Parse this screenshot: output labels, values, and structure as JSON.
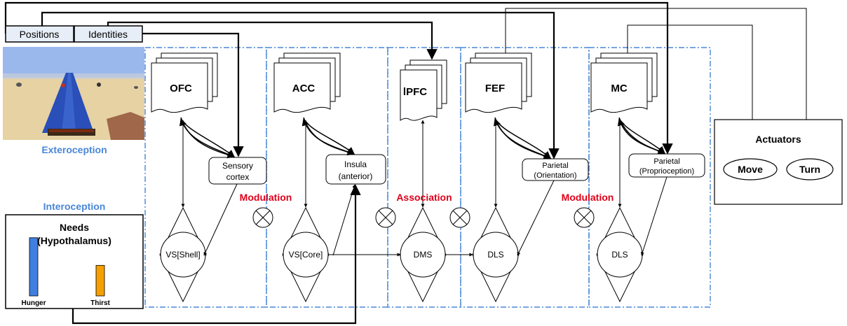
{
  "inputs": {
    "positions": "Positions",
    "identities": "Identities",
    "exteroception": "Exteroception",
    "interoception": "Interoception"
  },
  "needs": {
    "title_line1": "Needs",
    "title_line2": "(Hypothalamus)",
    "bars": [
      {
        "label": "Hunger",
        "level": 0.8,
        "color": "#3f7fe0"
      },
      {
        "label": "Thirst",
        "level": 0.42,
        "color": "#f5a000"
      }
    ]
  },
  "cortex": {
    "ofc": "OFC",
    "acc": "ACC",
    "lpfc": "lPFC",
    "fef": "FEF",
    "mc": "MC"
  },
  "nodes": {
    "sensory_line1": "Sensory",
    "sensory_line2": "cortex",
    "insula_line1": "Insula",
    "insula_line2": "(anterior)",
    "parietal1_line1": "Parietal",
    "parietal1_line2": "(Orientation)",
    "parietal2_line1": "Parietal",
    "parietal2_line2": "(Proprioception)"
  },
  "striatum": {
    "vs_shell": "VS[Shell]",
    "vs_core": "VS[Core]",
    "dms": "DMS",
    "dls1": "DLS",
    "dls2": "DLS"
  },
  "interactions": {
    "modulation1": "Modulation",
    "association": "Association",
    "modulation2": "Modulation"
  },
  "actuators": {
    "title": "Actuators",
    "move": "Move",
    "turn": "Turn"
  },
  "colors": {
    "column_border": "#4a86d8",
    "label_blue": "#4a86d8",
    "label_red": "#e0001a",
    "input_box": "#e8eef7",
    "line": "#000000"
  }
}
